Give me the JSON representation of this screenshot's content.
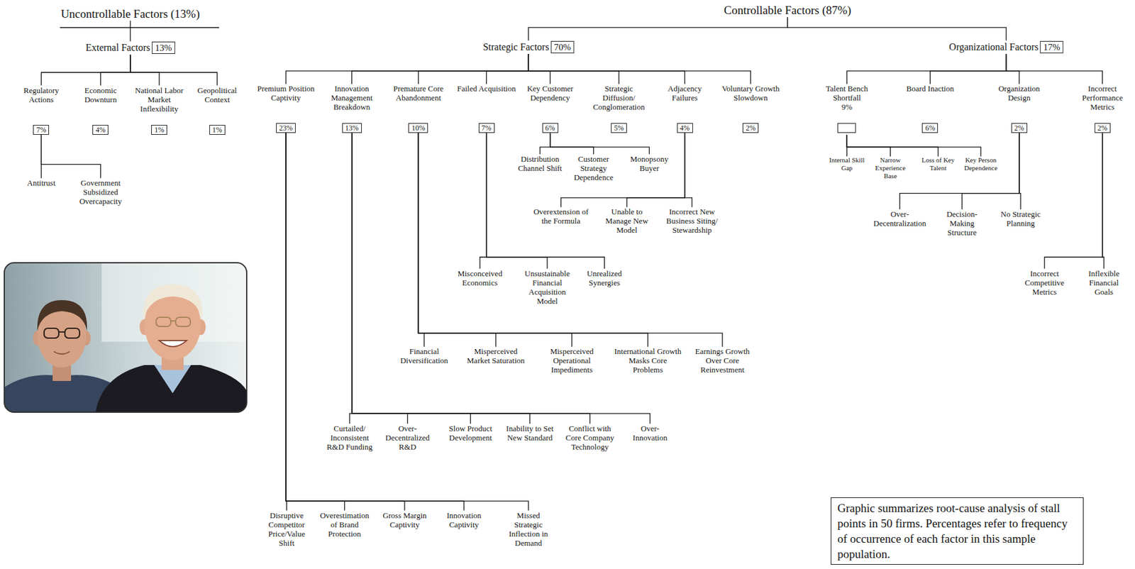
{
  "diagram": {
    "caption": "Graphic summarizes root-cause analysis of stall points in 50 firms. Percentages refer to frequency of occurrence of each factor in this sample population.",
    "nodes": [
      {
        "text": [
          "Uncontrollable Factors (13%)"
        ]
      },
      {
        "text": [
          "Controllable Factors (87%)"
        ]
      },
      {
        "text": [
          "External Factors",
          "13%"
        ]
      },
      {
        "text": [
          "Strategic Factors",
          "70%"
        ]
      },
      {
        "text": [
          "Organizational Factors",
          "17%"
        ]
      },
      {
        "text": [
          "Regulatory Actions",
          "7%"
        ]
      },
      {
        "text": [
          "Economic Downturn",
          "4%"
        ]
      },
      {
        "text": [
          "National Labor Market Inflexibility",
          "1%"
        ]
      },
      {
        "text": [
          "Geopolitical Context",
          "1%"
        ]
      },
      {
        "text": [
          "Antitrust"
        ]
      },
      {
        "text": [
          "Government Subsidized Overcapacity"
        ]
      },
      {
        "text": [
          "Premium Position Captivity",
          "23%"
        ]
      },
      {
        "text": [
          "Innovation Management Breakdown",
          "13%"
        ]
      },
      {
        "text": [
          "Premature Core Abandonment",
          "10%"
        ]
      },
      {
        "text": [
          "Failed Acquisition",
          "7%"
        ]
      },
      {
        "text": [
          "Key Customer Dependency",
          "6%"
        ]
      },
      {
        "text": [
          "Strategic Diffusion/ Conglomeration",
          "5%"
        ]
      },
      {
        "text": [
          "Adjacency Failures",
          "4%"
        ]
      },
      {
        "text": [
          "Voluntary Growth Slowdown",
          "2%"
        ]
      },
      {
        "text": [
          "Talent Bench Shortfall",
          "9%"
        ]
      },
      {
        "text": [
          "Board Inaction",
          "6%"
        ]
      },
      {
        "text": [
          "Organization Design",
          "2%"
        ]
      },
      {
        "text": [
          "Incorrect Performance Metrics",
          "2%"
        ]
      },
      {
        "text": [
          "Distribution Channel Shift"
        ]
      },
      {
        "text": [
          "Customer Strategy Dependence"
        ]
      },
      {
        "text": [
          "Monopsony Buyer"
        ]
      },
      {
        "text": [
          "Overextension of the Formula"
        ]
      },
      {
        "text": [
          "Unable to Manage New Model"
        ]
      },
      {
        "text": [
          "Incorrect New Business Siting/ Stewardship"
        ]
      },
      {
        "text": [
          "Misconceived Economics"
        ]
      },
      {
        "text": [
          "Unsustainable Financial Acquisition Model"
        ]
      },
      {
        "text": [
          "Unrealized Synergies"
        ]
      },
      {
        "text": [
          "Financial Diversification"
        ]
      },
      {
        "text": [
          "Misperceived Market Saturation"
        ]
      },
      {
        "text": [
          "Misperceived Operational Impediments"
        ]
      },
      {
        "text": [
          "International Growth Masks Core Problems"
        ]
      },
      {
        "text": [
          "Earnings Growth Over Core Reinvestment"
        ]
      },
      {
        "text": [
          "Curtailed/ Inconsistent R&D Funding"
        ]
      },
      {
        "text": [
          "Over-Decentralized R&D"
        ]
      },
      {
        "text": [
          "Slow Product Development"
        ]
      },
      {
        "text": [
          "Inability to Set New Standard"
        ]
      },
      {
        "text": [
          "Conflict with Core Company Technology"
        ]
      },
      {
        "text": [
          "Over-Innovation"
        ]
      },
      {
        "text": [
          "Disruptive Competitor Price/Value Shift"
        ]
      },
      {
        "text": [
          "Overestimation of Brand Protection"
        ]
      },
      {
        "text": [
          "Gross Margin Captivity"
        ]
      },
      {
        "text": [
          "Innovation Captivity"
        ]
      },
      {
        "text": [
          "Missed Strategic Inflection in Demand"
        ]
      },
      {
        "text": [
          "Internal Skill Gap"
        ]
      },
      {
        "text": [
          "Narrow Experience Base"
        ]
      },
      {
        "text": [
          "Loss of Key Talent"
        ]
      },
      {
        "text": [
          "Key Person Dependence"
        ]
      },
      {
        "text": [
          "Over-Decentralization"
        ]
      },
      {
        "text": [
          "Decision-Making Structure"
        ]
      },
      {
        "text": [
          "No Strategic Planning"
        ]
      },
      {
        "text": [
          "Incorrect Competitive Metrics"
        ]
      },
      {
        "text": [
          "Inflexible Financial Goals"
        ]
      }
    ],
    "edges": [
      {
        "from": 0,
        "to": 2,
        "arrow": "none"
      },
      {
        "from": 1,
        "to": 3,
        "arrow": "none"
      },
      {
        "from": 1,
        "to": 4,
        "arrow": "none"
      },
      {
        "from": 2,
        "to": 5,
        "arrow": "none"
      },
      {
        "from": 2,
        "to": 6,
        "arrow": "none"
      },
      {
        "from": 2,
        "to": 7,
        "arrow": "none"
      },
      {
        "from": 2,
        "to": 8,
        "arrow": "none"
      },
      {
        "from": 5,
        "to": 9,
        "arrow": "none"
      },
      {
        "from": 5,
        "to": 10,
        "arrow": "none"
      },
      {
        "from": 3,
        "to": 11,
        "arrow": "none"
      },
      {
        "from": 3,
        "to": 12,
        "arrow": "none"
      },
      {
        "from": 3,
        "to": 13,
        "arrow": "none"
      },
      {
        "from": 3,
        "to": 14,
        "arrow": "none"
      },
      {
        "from": 3,
        "to": 15,
        "arrow": "none"
      },
      {
        "from": 3,
        "to": 16,
        "arrow": "none"
      },
      {
        "from": 3,
        "to": 17,
        "arrow": "none"
      },
      {
        "from": 3,
        "to": 18,
        "arrow": "none"
      },
      {
        "from": 4,
        "to": 19,
        "arrow": "none"
      },
      {
        "from": 4,
        "to": 20,
        "arrow": "none"
      },
      {
        "from": 4,
        "to": 21,
        "arrow": "none"
      },
      {
        "from": 4,
        "to": 22,
        "arrow": "none"
      },
      {
        "from": 15,
        "to": 23,
        "arrow": "none"
      },
      {
        "from": 15,
        "to": 24,
        "arrow": "none"
      },
      {
        "from": 15,
        "to": 25,
        "arrow": "none"
      },
      {
        "from": 17,
        "to": 26,
        "arrow": "none"
      },
      {
        "from": 17,
        "to": 27,
        "arrow": "none"
      },
      {
        "from": 17,
        "to": 28,
        "arrow": "none"
      },
      {
        "from": 14,
        "to": 29,
        "arrow": "none"
      },
      {
        "from": 14,
        "to": 30,
        "arrow": "none"
      },
      {
        "from": 14,
        "to": 31,
        "arrow": "none"
      },
      {
        "from": 13,
        "to": 32,
        "arrow": "none"
      },
      {
        "from": 13,
        "to": 33,
        "arrow": "none"
      },
      {
        "from": 13,
        "to": 34,
        "arrow": "none"
      },
      {
        "from": 13,
        "to": 35,
        "arrow": "none"
      },
      {
        "from": 13,
        "to": 36,
        "arrow": "none"
      },
      {
        "from": 12,
        "to": 37,
        "arrow": "none"
      },
      {
        "from": 12,
        "to": 38,
        "arrow": "none"
      },
      {
        "from": 12,
        "to": 39,
        "arrow": "none"
      },
      {
        "from": 12,
        "to": 40,
        "arrow": "none"
      },
      {
        "from": 12,
        "to": 41,
        "arrow": "none"
      },
      {
        "from": 12,
        "to": 42,
        "arrow": "none"
      },
      {
        "from": 11,
        "to": 43,
        "arrow": "none"
      },
      {
        "from": 11,
        "to": 44,
        "arrow": "none"
      },
      {
        "from": 11,
        "to": 45,
        "arrow": "none"
      },
      {
        "from": 11,
        "to": 46,
        "arrow": "none"
      },
      {
        "from": 11,
        "to": 47,
        "arrow": "none"
      },
      {
        "from": 19,
        "to": 48,
        "arrow": "none"
      },
      {
        "from": 19,
        "to": 49,
        "arrow": "none"
      },
      {
        "from": 19,
        "to": 50,
        "arrow": "none"
      },
      {
        "from": 19,
        "to": 51,
        "arrow": "none"
      },
      {
        "from": 21,
        "to": 52,
        "arrow": "none"
      },
      {
        "from": 21,
        "to": 53,
        "arrow": "none"
      },
      {
        "from": 21,
        "to": 54,
        "arrow": "none"
      },
      {
        "from": 22,
        "to": 55,
        "arrow": "none"
      },
      {
        "from": 22,
        "to": 56,
        "arrow": "none"
      }
    ]
  }
}
